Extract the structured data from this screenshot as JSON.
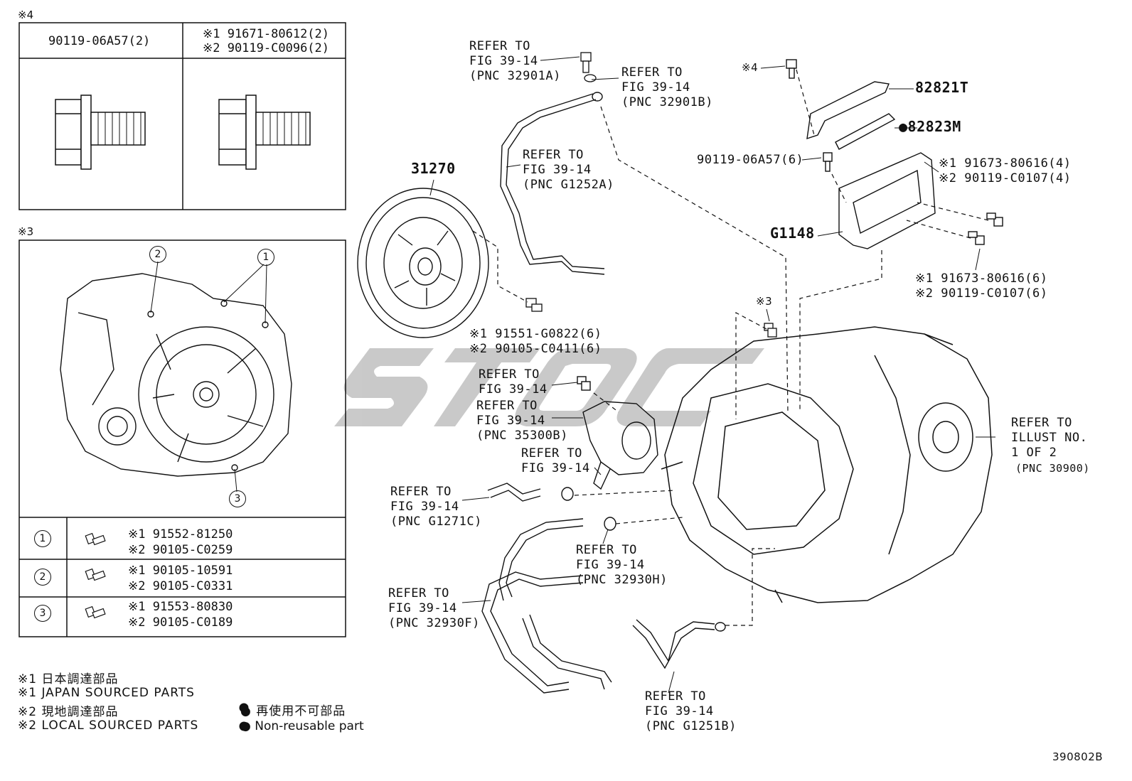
{
  "box4": {
    "mark": "※4",
    "col1_header": "90119-06A57(2)",
    "col2_header_l1": "※1 91671-80612(2)",
    "col2_header_l2": "※2 90119-C0096(2)"
  },
  "box3": {
    "mark": "※3",
    "callouts": [
      "1",
      "2",
      "3"
    ],
    "rows": [
      {
        "num": "1",
        "l1": "※1 91552-81250",
        "l2": "※2 90105-C0259"
      },
      {
        "num": "2",
        "l1": "※1 90105-10591",
        "l2": "※2 90105-C0331"
      },
      {
        "num": "3",
        "l1": "※1 91553-80830",
        "l2": "※2 90105-C0189"
      }
    ]
  },
  "labels": {
    "ref_32901a": "REFER TO\nFIG 39-14\n(PNC 32901A)",
    "ref_32901b": "REFER TO\nFIG 39-14\n(PNC 32901B)",
    "ref_g1252a": "REFER TO\nFIG 39-14\n(PNC G1252A)",
    "p31270": "31270",
    "bolt_91551": "※1 91551-G0822(6)\n※2 90105-C0411(6)",
    "ref_a": "REFER TO\nFIG 39-14",
    "ref_35300b": "REFER TO\nFIG 39-14\n(PNC 35300B)",
    "ref_b": "REFER TO\nFIG 39-14",
    "ref_g1271c": "REFER TO\nFIG 39-14\n(PNC G1271C)",
    "ref_32930h": "REFER TO\nFIG 39-14\n(PNC 32930H)",
    "ref_32930f": "REFER TO\nFIG 39-14\n(PNC 32930F)",
    "ref_g1251b": "REFER TO\nFIG 39-14\n(PNC G1251B)",
    "mark4": "※4",
    "p82821t": "82821T",
    "p82823m": "●82823M",
    "bolt_06a57": "90119-06A57(6)",
    "bolt_80616_4": "※1 91673-80616(4)\n※2 90119-C0107(4)",
    "g1148": "G1148",
    "bolt_80616_6": "※1 91673-80616(6)\n※2 90119-C0107(6)",
    "mark3": "※3",
    "ref_illust": "REFER TO\nILLUST NO.\n1 OF 2",
    "pnc_30900": "(PNC 30900)"
  },
  "legend": {
    "l1": "※1 日本調達部品",
    "l2": "※1 JAPAN SOURCED PARTS",
    "l3": "※2 現地調達部品",
    "l4": "※2 LOCAL SOURCED PARTS",
    "r1": "● 再使用不可部品",
    "r2": "● Non-reusable part"
  },
  "figure_id": "390802B",
  "watermark": "STOC"
}
